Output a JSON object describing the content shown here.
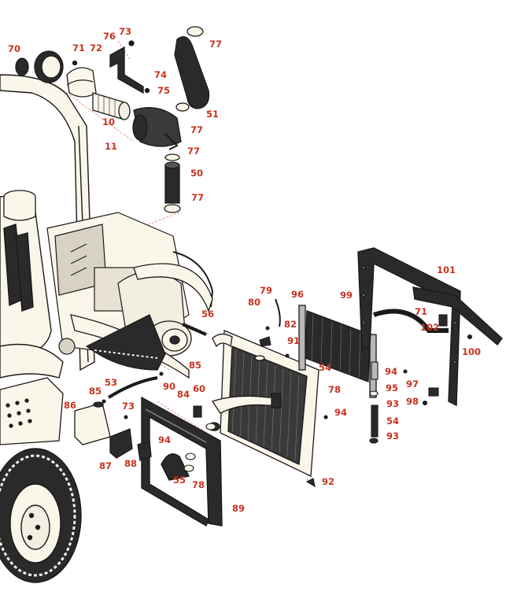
{
  "diagram": {
    "colors": {
      "callout": "#c8321e",
      "line": "#1a1a1a",
      "leader": "#e07a6e",
      "fill": "#fbf6ea",
      "dark": "#2a2a2a"
    },
    "callouts": [
      {
        "label": "70"
      },
      {
        "label": "71"
      },
      {
        "label": "72"
      },
      {
        "label": "76"
      },
      {
        "label": "73"
      },
      {
        "label": "77"
      },
      {
        "label": "74"
      },
      {
        "label": "75"
      },
      {
        "label": "10"
      },
      {
        "label": "11"
      },
      {
        "label": "77"
      },
      {
        "label": "51"
      },
      {
        "label": "77"
      },
      {
        "label": "50"
      },
      {
        "label": "77"
      },
      {
        "label": "101"
      },
      {
        "label": "79"
      },
      {
        "label": "96"
      },
      {
        "label": "80"
      },
      {
        "label": "99"
      },
      {
        "label": "82"
      },
      {
        "label": "71"
      },
      {
        "label": "102"
      },
      {
        "label": "56"
      },
      {
        "label": "91"
      },
      {
        "label": "100"
      },
      {
        "label": "85"
      },
      {
        "label": "54"
      },
      {
        "label": "94"
      },
      {
        "label": "53"
      },
      {
        "label": "90"
      },
      {
        "label": "97"
      },
      {
        "label": "85"
      },
      {
        "label": "84"
      },
      {
        "label": "60"
      },
      {
        "label": "78"
      },
      {
        "label": "95"
      },
      {
        "label": "98"
      },
      {
        "label": "86"
      },
      {
        "label": "73"
      },
      {
        "label": "93"
      },
      {
        "label": "94"
      },
      {
        "label": "54"
      },
      {
        "label": "94"
      },
      {
        "label": "93"
      },
      {
        "label": "87"
      },
      {
        "label": "88"
      },
      {
        "label": "55"
      },
      {
        "label": "78"
      },
      {
        "label": "92"
      },
      {
        "label": "89"
      }
    ]
  }
}
